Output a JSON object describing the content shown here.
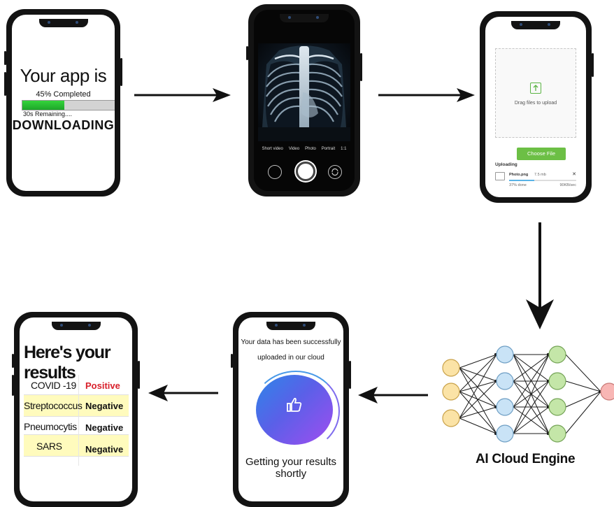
{
  "phone_download": {
    "title": "Your  app is",
    "percent_label": "45%  Completed",
    "progress_fraction": 0.45,
    "remaining": "30s Remaining....",
    "status": "DOWNLOADING"
  },
  "phone_camera": {
    "modes": [
      "Short video",
      "Video",
      "Photo",
      "Portrait",
      "1:1"
    ]
  },
  "phone_upload": {
    "drag_text": "Drag files to upload",
    "choose_button": "Choose File",
    "uploading_label": "Uploading",
    "file_name": "Photo.png",
    "file_size": "7.5 mb",
    "close_symbol": "✕",
    "progress_text": "37% done",
    "progress_fraction": 0.37,
    "speed": "90KB/sec",
    "colors": {
      "accent": "#6cbf45",
      "progress": "#59b3e6"
    }
  },
  "ai_engine": {
    "label": "AI Cloud Engine",
    "colors": {
      "input": "#fbe3a6",
      "hidden1": "#c9e3f6",
      "hidden2": "#c4e6a8",
      "output": "#f8b6b4"
    }
  },
  "phone_confirm": {
    "line1": "Your  data has been successfully",
    "line2": "uploaded in our cloud",
    "icon": "thumbs-up-icon",
    "footer": "Getting your  results shortly"
  },
  "phone_results": {
    "title": "Here's your results",
    "rows": [
      {
        "name": "COVID -19",
        "result": "Positive"
      },
      {
        "name": "Streptococcus",
        "result": "Negative"
      },
      {
        "name": "Pneumocytis",
        "result": "Negative"
      },
      {
        "name": "SARS",
        "result": "Negative"
      }
    ],
    "colors": {
      "positive": "#d81f2a",
      "highlight": "#fffbbd"
    }
  }
}
